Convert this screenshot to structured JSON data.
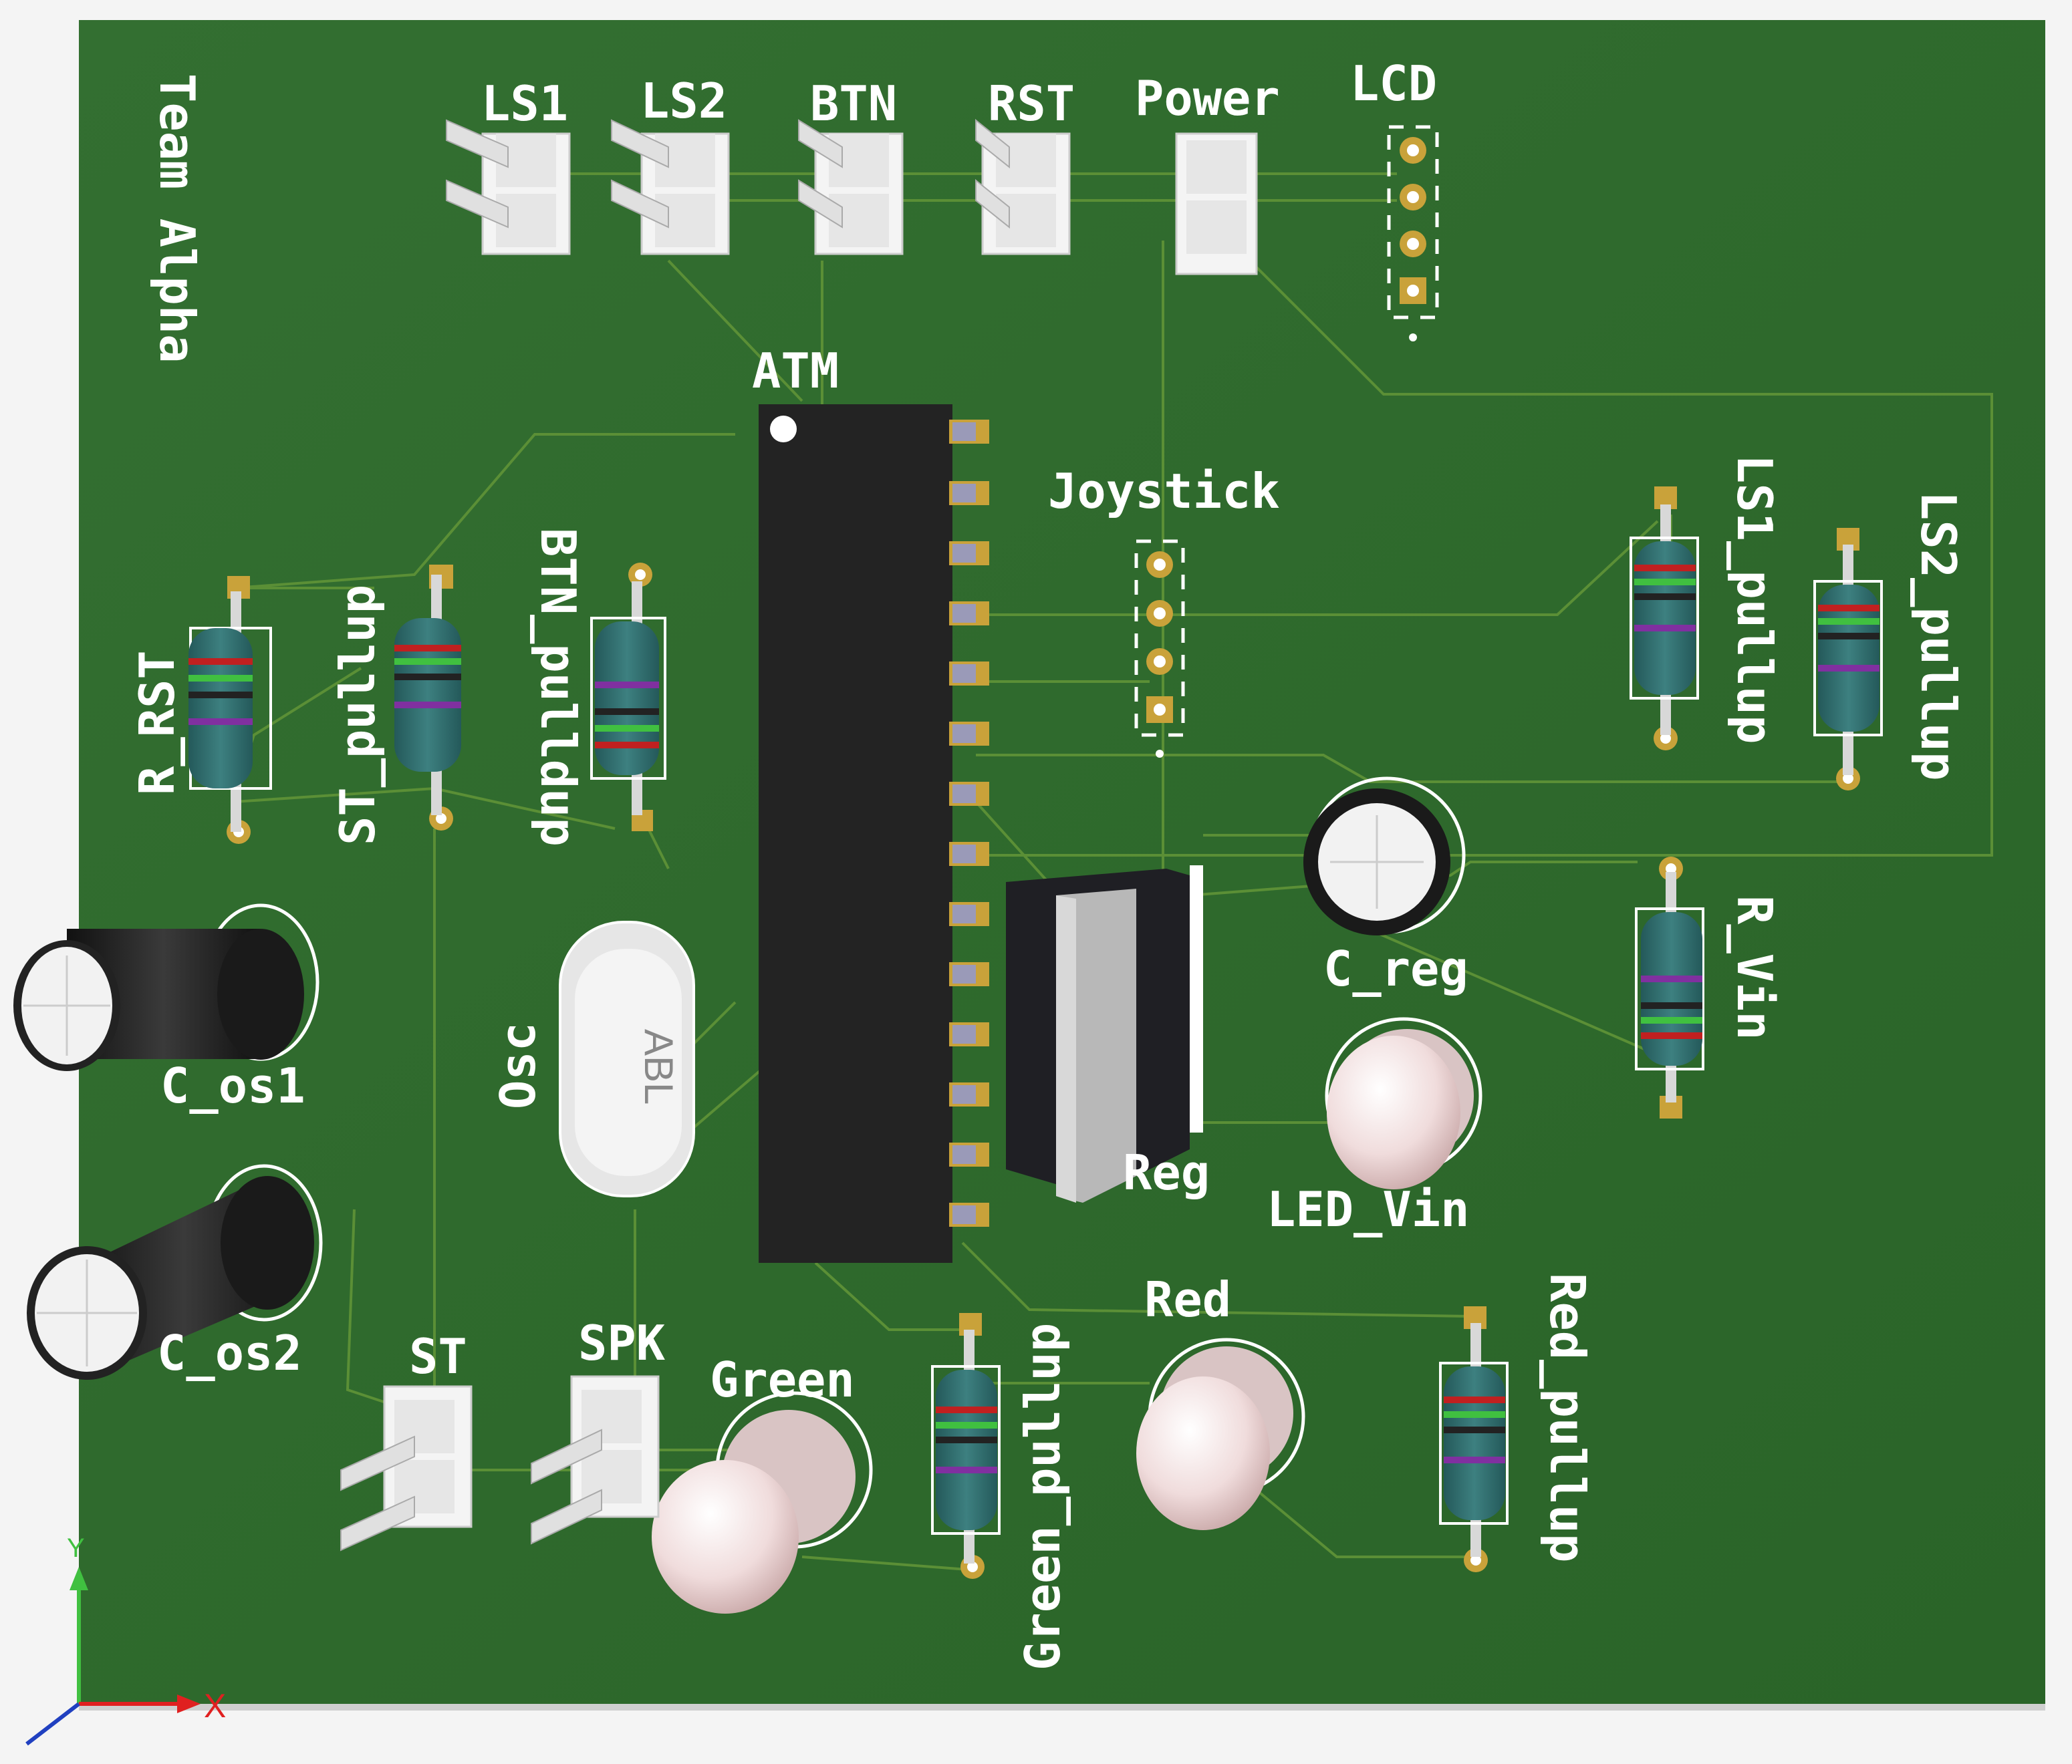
{
  "board": {
    "team_label": "Team Alpha",
    "colors": {
      "board": "#2f6e2f",
      "trace": "#5a8f35",
      "pad_gold": "#c9a23a",
      "silkscreen": "#ffffff",
      "ic_body": "#222222",
      "resistor_body": "#2e6e6e"
    }
  },
  "connectors": {
    "ls1": "LS1",
    "ls2": "LS2",
    "btn": "BTN",
    "rst": "RST",
    "power": "Power",
    "lcd": "LCD",
    "st": "ST",
    "spk": "SPK"
  },
  "chips": {
    "atm": "ATM",
    "joystick": "Joystick",
    "reg": "Reg",
    "osc": "Osc",
    "osc_marking": "ABL"
  },
  "resistors": {
    "r_rst": "R_RST",
    "st_pullup": "ST_pullup",
    "btn_pulldup": "BTN_pulldup",
    "ls1_pullup": "LS1_pullup",
    "ls2_pullup": "LS2_pullup",
    "r_vin": "R_Vin",
    "green_pullup": "Green_pullup",
    "red_pullup": "Red_pullup"
  },
  "capacitors": {
    "c_reg": "C_reg",
    "c_os1": "C_os1",
    "c_os2": "C_os2"
  },
  "leds": {
    "led_vin": "LED_Vin",
    "green": "Green",
    "red": "Red"
  },
  "axes": {
    "x_label": "X",
    "y_label": "Y",
    "x_color": "#e02020",
    "y_color": "#40c040",
    "z_color": "#2040c0"
  }
}
